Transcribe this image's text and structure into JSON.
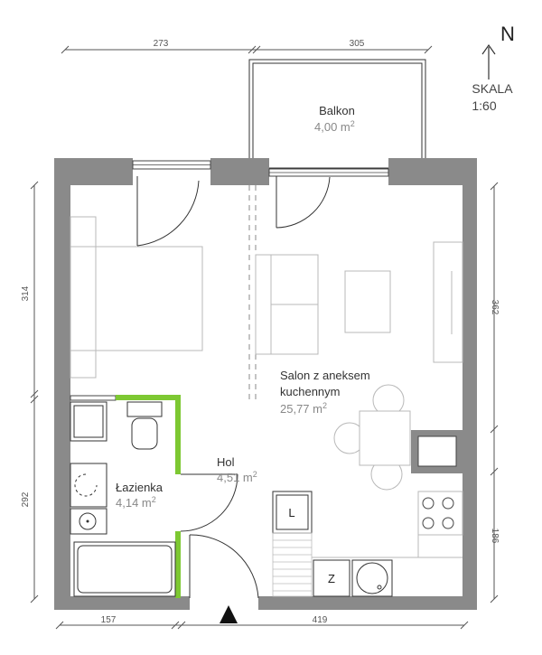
{
  "compass": {
    "north_label": "N"
  },
  "scale": {
    "label": "SKALA",
    "value": "1:60"
  },
  "rooms": [
    {
      "id": "balkon",
      "name": "Balkon",
      "area": "4,00 m",
      "unit_exp": "2"
    },
    {
      "id": "salon",
      "name_line1": "Salon z aneksem",
      "name_line2": "kuchennym",
      "area": "25,77 m",
      "unit_exp": "2"
    },
    {
      "id": "hol",
      "name": "Hol",
      "area": "4,51 m",
      "unit_exp": "2"
    },
    {
      "id": "lazienka",
      "name": "Łazienka",
      "area": "4,14 m",
      "unit_exp": "2"
    }
  ],
  "appliance_labels": {
    "fridge": "L",
    "washer": "Z"
  },
  "dimensions": {
    "top_left": "273",
    "top_right": "305",
    "left_upper": "314",
    "left_lower": "292",
    "right_upper": "362",
    "right_lower": "186",
    "bottom_left": "157",
    "bottom_right": "419"
  },
  "colors": {
    "wall": "#8a8a8a",
    "accent_green": "#7dc832",
    "furniture": "#b8b8b8"
  },
  "icons": {
    "entrance": "entrance-triangle-icon",
    "north": "north-arrow-icon"
  }
}
